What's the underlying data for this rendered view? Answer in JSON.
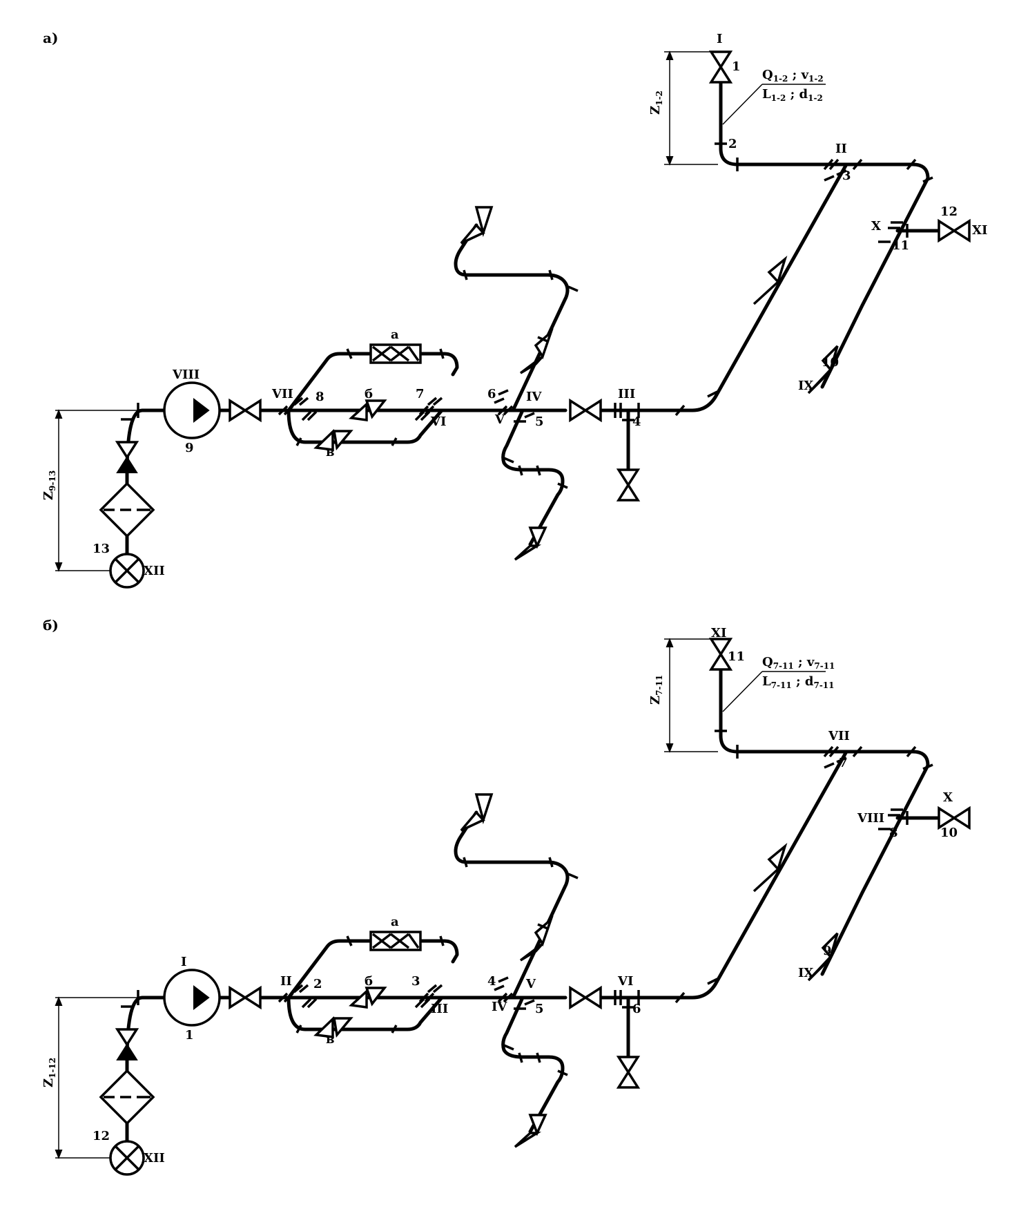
{
  "diagrams": [
    {
      "letter": "а)",
      "z_top": "Z",
      "z_top_sub": "1-2",
      "z_bot": "Z",
      "z_bot_sub": "9-13",
      "ann_q": "Q",
      "ann_q_sub": "1-2",
      "ann_v": "v",
      "ann_v_sub": "1-2",
      "ann_l": "L",
      "ann_l_sub": "1-2",
      "ann_d": "d",
      "ann_d_sub": "1-2",
      "lbl_top": "I",
      "num_top": "1",
      "num_bend": "2",
      "lbl_r1": "II",
      "num_r1": "3",
      "lbl_right_tee": "X",
      "num_right_tee": "11",
      "num_right_valve": "12",
      "lbl_right_valve": "XI",
      "num_term": "10",
      "lbl_term": "IX",
      "lbl_pump": "VIII",
      "num_pump": "9",
      "lbl_bypass_l": "VII",
      "num_bypass_l": "8",
      "num_bypass_r": "7",
      "lbl_bypass_r": "VI",
      "lbl_a": "а",
      "lbl_b": "б",
      "lbl_v": "в",
      "num_j6": "6",
      "lbl_j6": "V",
      "lbl_j5": "IV",
      "num_j5": "5",
      "lbl_j4": "III",
      "num_j4": "4",
      "num_source": "13",
      "lbl_source": "XII"
    },
    {
      "letter": "б)",
      "z_top": "Z",
      "z_top_sub": "7-11",
      "z_bot": "Z",
      "z_bot_sub": "1-12",
      "ann_q": "Q",
      "ann_q_sub": "7-11",
      "ann_v": "v",
      "ann_v_sub": "7-11",
      "ann_l": "L",
      "ann_l_sub": "7-11",
      "ann_d": "d",
      "ann_d_sub": "7-11",
      "lbl_top": "XI",
      "num_top": "11",
      "num_bend": "",
      "lbl_r1": "VII",
      "num_r1": "7",
      "lbl_right_tee": "VIII",
      "num_right_tee": "8",
      "num_right_valve": "10",
      "lbl_right_valve": "X",
      "num_term": "9",
      "lbl_term": "IX",
      "lbl_pump": "I",
      "num_pump": "1",
      "lbl_bypass_l": "II",
      "num_bypass_l": "2",
      "num_bypass_r": "3",
      "lbl_bypass_r": "III",
      "lbl_a": "а",
      "lbl_b": "б",
      "lbl_v": "в",
      "num_j6": "4",
      "lbl_j6": "IV",
      "lbl_j5": "V",
      "num_j5": "5",
      "lbl_j4": "VI",
      "num_j4": "6",
      "num_source": "12",
      "lbl_source": "XII"
    }
  ]
}
